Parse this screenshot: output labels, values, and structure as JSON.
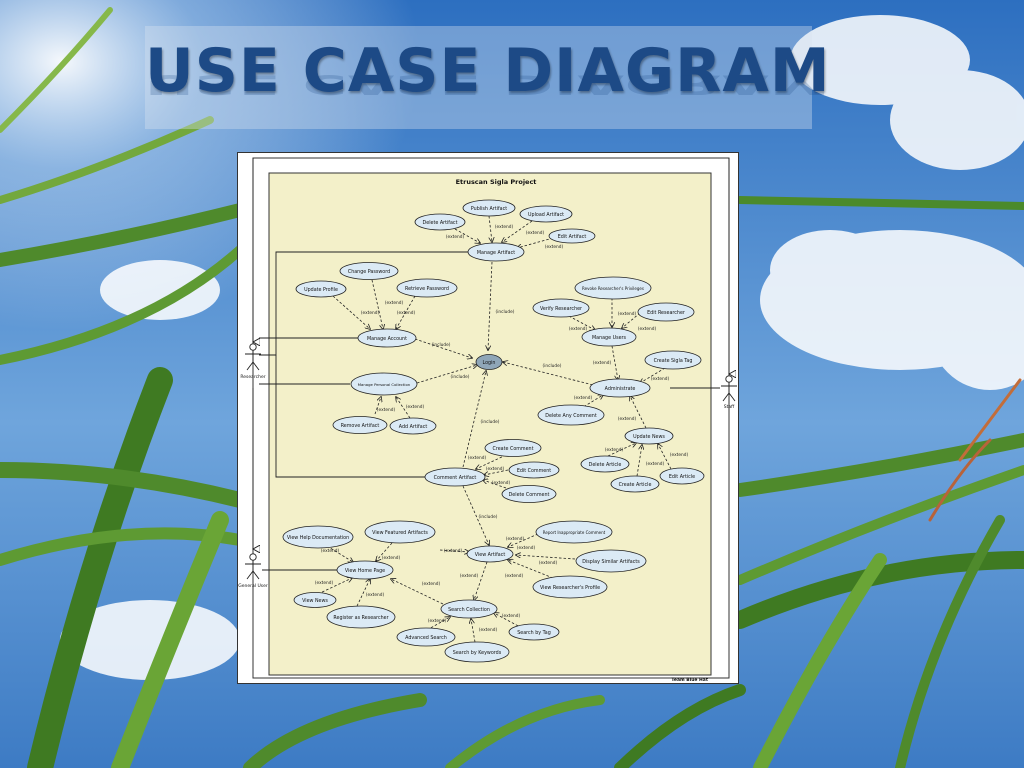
{
  "slide": {
    "title": "USE CASE DIAGRAM"
  },
  "diagram": {
    "system_name": "Etruscan Sigla Project",
    "footer": "Team Blue Hat",
    "actors": {
      "researcher": "Researcher",
      "staff": "Staff",
      "general_user": "General User"
    },
    "use_cases": {
      "publish_artifact": "Publish Artifact",
      "upload_artifact": "Upload Artifact",
      "delete_artifact": "Delete Artifact",
      "edit_artifact": "Edit Artifact",
      "manage_artifact": "Manage Artifact",
      "change_password": "Change Password",
      "update_profile": "Update Profile",
      "retrieve_password": "Retrieve Password",
      "manage_account": "Manage Account",
      "revoke_privileges": "Revoke Researcher's Privileges",
      "verify_researcher": "Verify Researcher",
      "edit_researcher": "Edit Researcher",
      "manage_users": "Manage Users",
      "create_sigla_tag": "Create Sigla Tag",
      "login": "Login",
      "manage_personal_collection": "Manage Personal Collection",
      "administrate": "Administrate",
      "delete_any_comment": "Delete Any Comment",
      "remove_artifact": "Remove Artifact",
      "add_artifact": "Add Artifact",
      "update_news": "Update News",
      "create_comment": "Create Comment",
      "edit_comment": "Edit Comment",
      "delete_article": "Delete Article",
      "comment_artifact": "Comment Artifact",
      "delete_comment": "Delete Comment",
      "edit_article": "Edit Article",
      "create_article": "Create Article",
      "report_inappropriate": "Report Inappropriate Comment",
      "view_help": "View Help Documentation",
      "view_featured": "View Featured Artifacts",
      "view_artifact": "View Artifact",
      "display_similar": "Display Similar Artifacts",
      "view_home": "View Home Page",
      "view_researcher_profile": "View Researcher's Profile",
      "view_news": "View News",
      "register": "Register as Researcher",
      "search_collection": "Search Collection",
      "advanced_search": "Advanced Search",
      "search_by_tag": "Search by Tag",
      "search_keywords": "Search by Keywords"
    },
    "stereotypes": {
      "extend": "(extend)",
      "include": "(include)"
    }
  },
  "colors": {
    "title": "#1d4a86",
    "system_fill": "#f3f0c9",
    "usecase_fill": "#dbeaf5",
    "login_fill": "#8fa6b8",
    "line": "#222222"
  }
}
